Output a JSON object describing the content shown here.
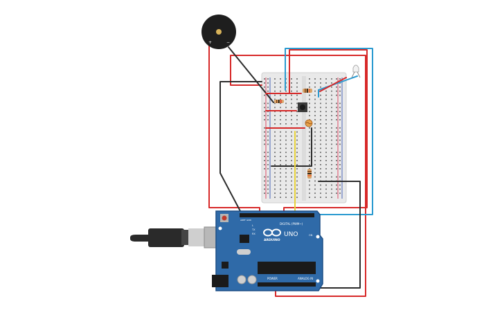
{
  "arduino": {
    "brand": "ARDUINO",
    "model": "UNO",
    "digital_label": "DIGITAL (PWM~)",
    "power_label": "POWER",
    "analog_label": "ANALOG IN",
    "tx_label": "TX",
    "rx_label": "RX",
    "l_label": "L",
    "on_label": "ON",
    "aref_label": "AREF",
    "gnd_label": "GND"
  },
  "colors": {
    "board": "#2f6aa8",
    "board_edge": "#1d4f86",
    "breadboard": "#e9e9e9",
    "wire_red": "#d72828",
    "wire_black": "#2b2b2b",
    "wire_blue": "#2a9ad0",
    "wire_yellow": "#e8d23a",
    "buzzer": "#1e1e1e",
    "usb_metal": "#bdbdbd"
  },
  "components": [
    "piezo-buzzer",
    "breadboard",
    "pushbutton",
    "photoresistor",
    "resistor",
    "resistor",
    "resistor",
    "led",
    "arduino-uno",
    "usb-cable"
  ]
}
